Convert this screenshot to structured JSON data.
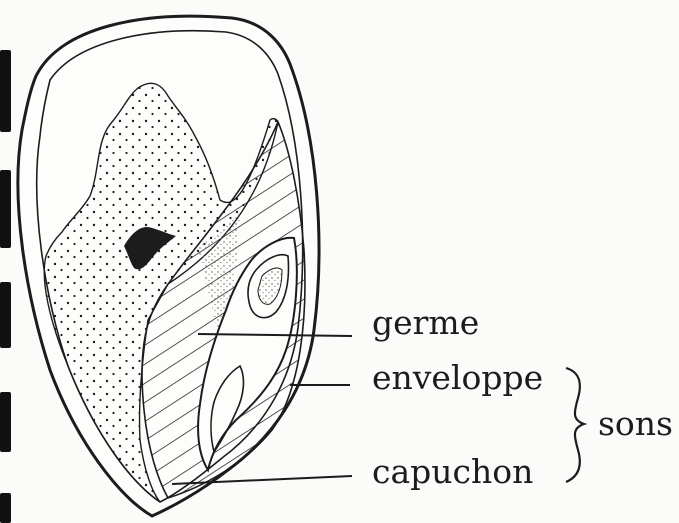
{
  "labels": {
    "germe": "germe",
    "enveloppe": "enveloppe",
    "capuchon": "capuchon",
    "sons": "sons"
  },
  "colors": {
    "ink": "#1c1c1c",
    "paper": "#fbfbf9"
  }
}
